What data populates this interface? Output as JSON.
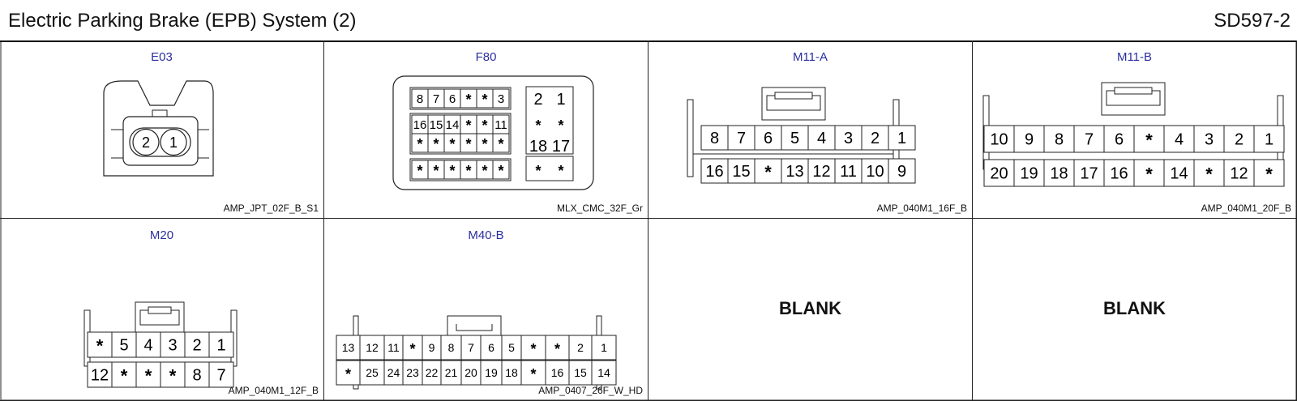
{
  "header": {
    "title": "Electric Parking Brake (EPB) System (2)",
    "code": "SD597-2"
  },
  "connectors": [
    {
      "name": "E03",
      "part": "AMP_JPT_02F_B_S1",
      "pins": [
        "2",
        "1"
      ]
    },
    {
      "name": "F80",
      "part": "MLX_CMC_32F_Gr",
      "rows": [
        [
          "8",
          "7",
          "6",
          "*",
          "*",
          "3"
        ],
        [
          "16",
          "15",
          "14",
          "*",
          "*",
          "11"
        ],
        [
          "*",
          "*",
          "*",
          "*",
          "*",
          "*"
        ],
        [
          "*",
          "*",
          "*",
          "*",
          "*",
          "*"
        ]
      ],
      "side": [
        [
          "2",
          "1"
        ],
        [
          "*",
          "*"
        ],
        [
          "18",
          "17"
        ],
        [
          "*",
          "*"
        ]
      ]
    },
    {
      "name": "M11-A",
      "part": "AMP_040M1_16F_B",
      "rows": [
        [
          "8",
          "7",
          "6",
          "5",
          "4",
          "3",
          "2",
          "1"
        ],
        [
          "16",
          "15",
          "*",
          "13",
          "12",
          "11",
          "10",
          "9"
        ]
      ]
    },
    {
      "name": "M11-B",
      "part": "AMP_040M1_20F_B",
      "rows": [
        [
          "10",
          "9",
          "8",
          "7",
          "6",
          "*",
          "4",
          "3",
          "2",
          "1"
        ],
        [
          "20",
          "19",
          "18",
          "17",
          "16",
          "*",
          "14",
          "*",
          "12",
          "*"
        ]
      ]
    },
    {
      "name": "M20",
      "part": "AMP_040M1_12F_B",
      "rows": [
        [
          "*",
          "5",
          "4",
          "3",
          "2",
          "1"
        ],
        [
          "12",
          "*",
          "*",
          "*",
          "8",
          "7"
        ]
      ]
    },
    {
      "name": "M40-B",
      "part": "AMP_0407_26F_W_HD",
      "rows": [
        [
          "13",
          "12",
          "11",
          "*",
          "9",
          "8",
          "7",
          "6",
          "5",
          "*",
          "*",
          "2",
          "1"
        ],
        [
          "*",
          "25",
          "24",
          "23",
          "22",
          "21",
          "20",
          "19",
          "18",
          "*",
          "16",
          "15",
          "14"
        ]
      ]
    }
  ],
  "blanks": [
    "BLANK",
    "BLANK"
  ]
}
